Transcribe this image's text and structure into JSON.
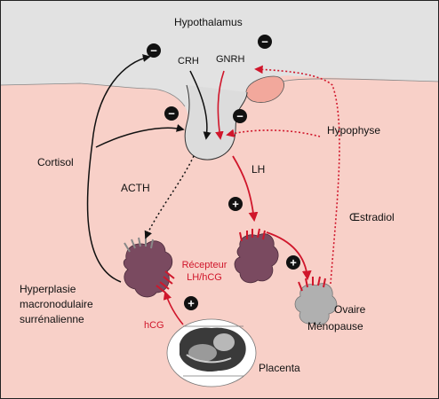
{
  "labels": {
    "hypothalamus": "Hypothalamus",
    "crh": "CRH",
    "gnrh": "GNRH",
    "hypophyse": "Hypophyse",
    "cortisol": "Cortisol",
    "acth": "ACTH",
    "lh": "LH",
    "oestradiol": "Œstradiol",
    "recepteur_line1": "Récepteur",
    "recepteur_line2": "LH/hCG",
    "hyperplasie_line1": "Hyperplasie",
    "hyperplasie_line2": "macronodulaire",
    "hyperplasie_line3": "surrénalienne",
    "hcg": "hCG",
    "ovaire": "Ovaire",
    "menopause": "Ménopause",
    "placenta": "Placenta"
  },
  "signs": {
    "inhibit": "−",
    "stimulate": "+"
  },
  "colors": {
    "background_hypothalamus": "#e2e2e2",
    "background_body": "#f8d0c8",
    "border": "#222222",
    "red": "#d0162b",
    "black": "#111111",
    "tissue_gray": "#8a8a8a",
    "tissue_purple": "#7a4a60",
    "ovary_gray": "#b0b0b0",
    "pituitary_pink": "#f2a89c"
  },
  "icons": [
    "minus-circle-icon",
    "plus-circle-icon",
    "receptor-icon",
    "fetus-ultrasound-icon"
  ]
}
